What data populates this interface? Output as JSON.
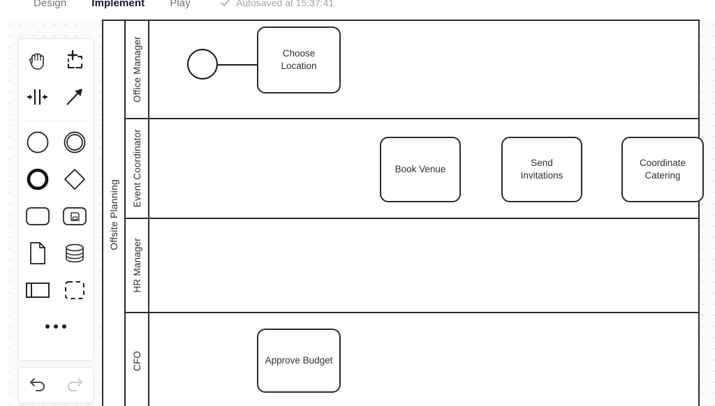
{
  "app": {
    "tabs": [
      {
        "label": "Design",
        "active": false
      },
      {
        "label": "Implement",
        "active": true
      },
      {
        "label": "Play",
        "active": false
      }
    ],
    "autosave_text": "Autosaved at 15:37:41",
    "autosave_icon": "check-icon",
    "accent_color": "#4267b2",
    "canvas_background": "#fbfbfb",
    "stroke_color": "#2b2b2b"
  },
  "palette": {
    "tools": [
      {
        "name": "hand-tool",
        "icon": "hand-icon"
      },
      {
        "name": "marquee-select-tool",
        "icon": "marquee-select-icon"
      },
      {
        "name": "lane-divider-tool",
        "icon": "split-horizontal-icon"
      },
      {
        "name": "connector-tool",
        "icon": "arrow-diagonal-icon"
      }
    ],
    "shapes": [
      {
        "name": "start-event-shape",
        "icon": "circle-thin-icon"
      },
      {
        "name": "intermediate-event-shape",
        "icon": "circle-double-icon"
      },
      {
        "name": "end-event-shape",
        "icon": "circle-thick-icon"
      },
      {
        "name": "gateway-shape",
        "icon": "diamond-icon"
      },
      {
        "name": "task-shape",
        "icon": "rounded-rectangle-icon"
      },
      {
        "name": "subprocess-shape",
        "icon": "rounded-rectangle-save-icon"
      },
      {
        "name": "data-object-shape",
        "icon": "document-icon"
      },
      {
        "name": "data-store-shape",
        "icon": "database-icon"
      },
      {
        "name": "pool-shape",
        "icon": "pool-lane-icon"
      },
      {
        "name": "group-shape",
        "icon": "dashed-group-icon"
      }
    ],
    "more_label": "more-options",
    "history": [
      {
        "name": "undo-button",
        "icon": "undo-icon",
        "enabled": true
      },
      {
        "name": "redo-button",
        "icon": "redo-icon",
        "enabled": false
      }
    ]
  },
  "diagram": {
    "pool_title": "Offsite Planning",
    "lanes": [
      {
        "title": "Office Manager",
        "start_event": true,
        "tasks": [
          {
            "label": "Choose Location"
          }
        ]
      },
      {
        "title": "Event Coordinator",
        "start_event": false,
        "tasks": [
          {
            "label": "Book Venue"
          },
          {
            "label": "Send Invitations"
          },
          {
            "label": "Coordinate Catering"
          }
        ]
      },
      {
        "title": "HR Manager",
        "start_event": false,
        "tasks": []
      },
      {
        "title": "CFO",
        "start_event": false,
        "tasks": [
          {
            "label": "Approve Budget"
          }
        ]
      }
    ]
  }
}
